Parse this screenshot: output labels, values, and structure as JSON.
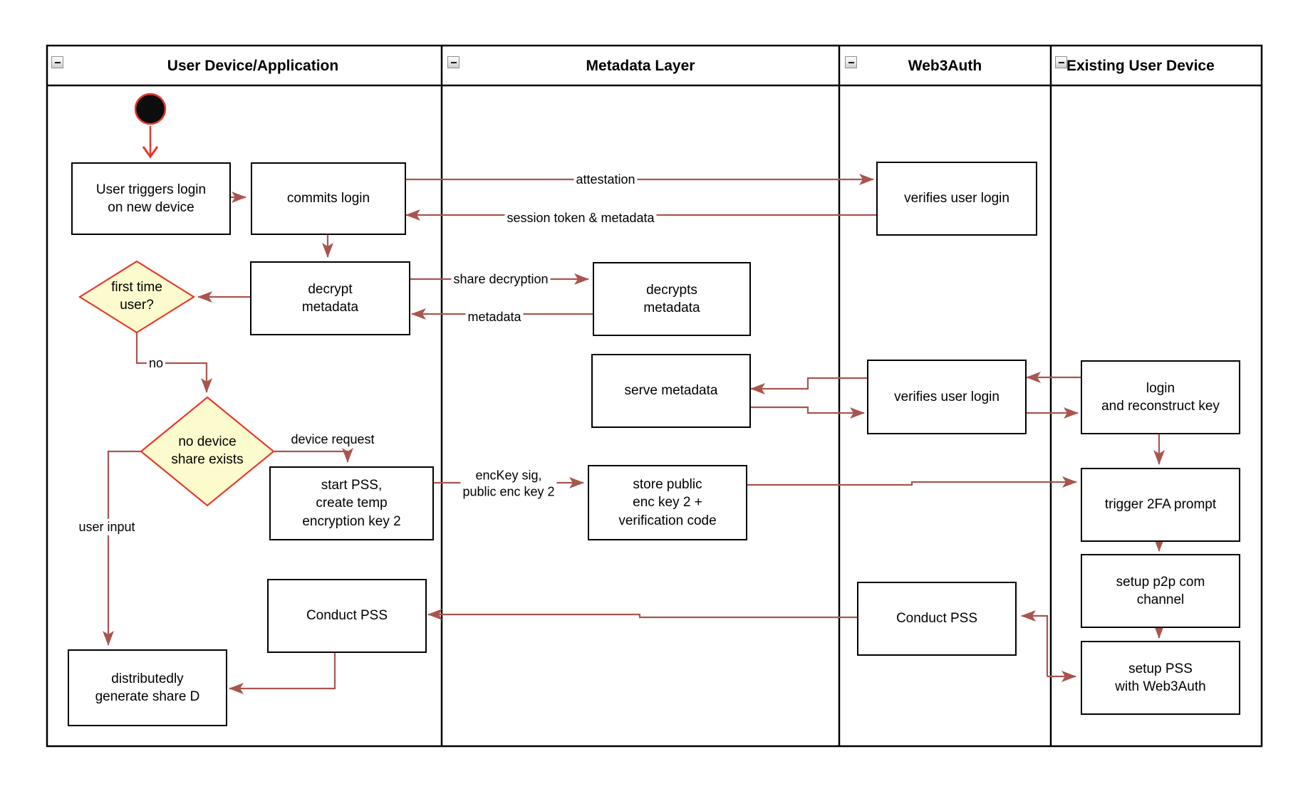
{
  "colors": {
    "arrow": "#A8554E",
    "accent_red": "#E8382B",
    "diamond_fill": "#FBFBCE",
    "shape_border": "#000000",
    "background": "#FFFFFF"
  },
  "header": {
    "lanes": [
      {
        "title": "User Device/Application"
      },
      {
        "title": "Metadata Layer"
      },
      {
        "title": "Web3Auth"
      },
      {
        "title": "Existing User Device"
      }
    ]
  },
  "nodes": {
    "user_triggers": {
      "lines": [
        "User triggers login",
        "on new device"
      ]
    },
    "commits_login": {
      "lines": [
        "commits login"
      ]
    },
    "decrypt_metadata": {
      "lines": [
        "decrypt",
        "metadata"
      ]
    },
    "first_time_user": {
      "lines": [
        "first time",
        "user?"
      ]
    },
    "no_device_share": {
      "lines": [
        "no device",
        "share exists"
      ]
    },
    "start_pss": {
      "lines": [
        "start PSS,",
        "create temp",
        "encryption key 2"
      ]
    },
    "conduct_pss_user": {
      "lines": [
        "Conduct PSS"
      ]
    },
    "distributedly_generate": {
      "lines": [
        "distributedly",
        "generate share D"
      ]
    },
    "decrypts_metadata": {
      "lines": [
        "decrypts",
        "metadata"
      ]
    },
    "serve_metadata": {
      "lines": [
        "serve metadata"
      ]
    },
    "store_public": {
      "lines": [
        "store public",
        "enc key 2 +",
        "verification code"
      ]
    },
    "verifies_user_login_top": {
      "lines": [
        "verifies user login"
      ]
    },
    "verifies_user_login_mid": {
      "lines": [
        "verifies user login"
      ]
    },
    "conduct_pss_web3auth": {
      "lines": [
        "Conduct PSS"
      ]
    },
    "login_reconstruct": {
      "lines": [
        "login",
        "and reconstruct key"
      ]
    },
    "trigger_2fa": {
      "lines": [
        "trigger 2FA prompt"
      ]
    },
    "setup_p2p": {
      "lines": [
        "setup p2p com",
        "channel"
      ]
    },
    "setup_pss": {
      "lines": [
        "setup PSS",
        "with Web3Auth"
      ]
    }
  },
  "edge_labels": {
    "attestation": "attestation",
    "session_token": "session token & metadata",
    "share_decryption": "share decryption",
    "metadata": "metadata",
    "no": "no",
    "device_request": "device request",
    "enckey_line1": "encKey sig,",
    "enckey_line2": "public enc key 2",
    "user_input": "user input"
  }
}
